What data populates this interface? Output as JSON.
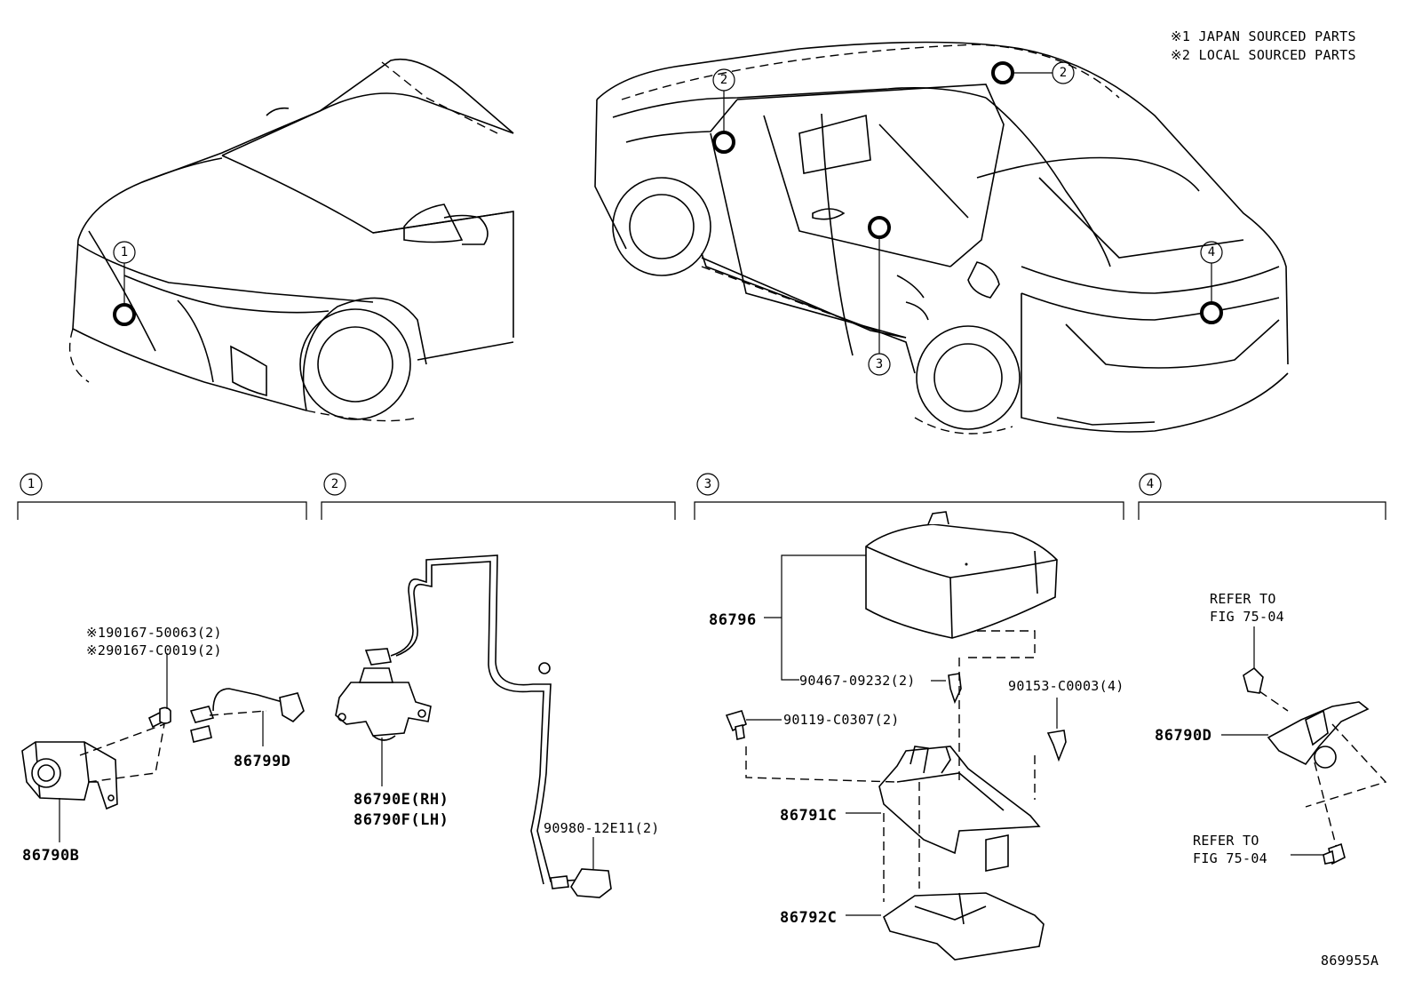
{
  "notes": {
    "japan": "※1 JAPAN SOURCED PARTS",
    "local": "※2 LOCAL SOURCED PARTS"
  },
  "callouts": [
    "1",
    "2",
    "3",
    "4"
  ],
  "sections": [
    {
      "id": "1",
      "parts": {
        "bolt_japan": "※190167-50063(2)",
        "bolt_local": "※290167-C0019(2)",
        "harness": "86799D",
        "camera": "86790B"
      }
    },
    {
      "id": "2",
      "parts": {
        "camera_rh": "86790E(RH)",
        "camera_lh": "86790F(LH)",
        "clamp": "90980-12E11(2)"
      }
    },
    {
      "id": "3",
      "parts": {
        "ecu": "86796",
        "screw_a": "90467-09232(2)",
        "screw_b": "90153-C0003(4)",
        "bolt": "90119-C0307(2)",
        "bracket": "86791C",
        "cover": "86792C"
      }
    },
    {
      "id": "4",
      "parts": {
        "refer_top_1": "REFER TO",
        "refer_top_2": "FIG 75-04",
        "camera": "86790D",
        "refer_bottom_1": "REFER TO",
        "refer_bottom_2": "FIG 75-04"
      }
    }
  ],
  "figure_id": "869955A"
}
